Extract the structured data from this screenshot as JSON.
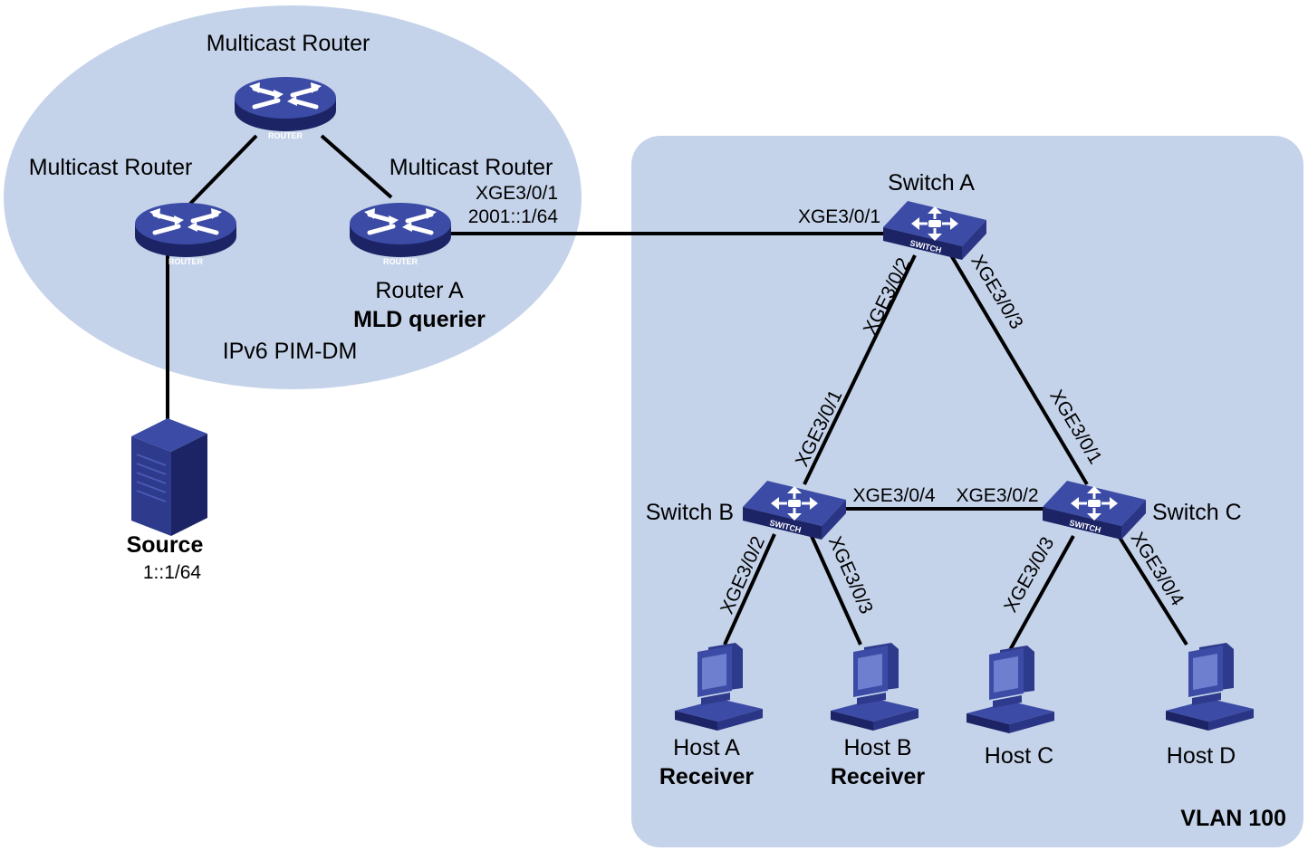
{
  "routers": {
    "top": {
      "label": "Multicast Router"
    },
    "left": {
      "label": "Multicast Router"
    },
    "router_a": {
      "label_top": "Multicast Router",
      "port": "XGE3/0/1",
      "ip": "2001::1/64",
      "name": "Router A",
      "role": "MLD querier"
    },
    "device_text": "ROUTER"
  },
  "pim_label": "IPv6 PIM-DM",
  "source": {
    "name": "Source",
    "ip": "1::1/64"
  },
  "vlan_label": "VLAN 100",
  "switches": {
    "device_text": "SWITCH",
    "a": {
      "name": "Switch A",
      "port_uplink": "XGE3/0/1",
      "port_to_b": "XGE3/0/2",
      "port_to_c": "XGE3/0/3"
    },
    "b": {
      "name": "Switch B",
      "port_to_a": "XGE3/0/1",
      "port_to_c": "XGE3/0/4",
      "port_to_host_a": "XGE3/0/2",
      "port_to_host_b": "XGE3/0/3"
    },
    "c": {
      "name": "Switch C",
      "port_to_a": "XGE3/0/1",
      "port_to_b": "XGE3/0/2",
      "port_to_host_c": "XGE3/0/3",
      "port_to_host_d": "XGE3/0/4"
    }
  },
  "hosts": {
    "a": {
      "name": "Host A",
      "role": "Receiver"
    },
    "b": {
      "name": "Host B",
      "role": "Receiver"
    },
    "c": {
      "name": "Host C"
    },
    "d": {
      "name": "Host D"
    }
  },
  "colors": {
    "zone_fill": "#c5d3ea",
    "device_blue": "#2e3a8c",
    "device_dark": "#1c2466",
    "device_light": "#4a5bb4"
  }
}
